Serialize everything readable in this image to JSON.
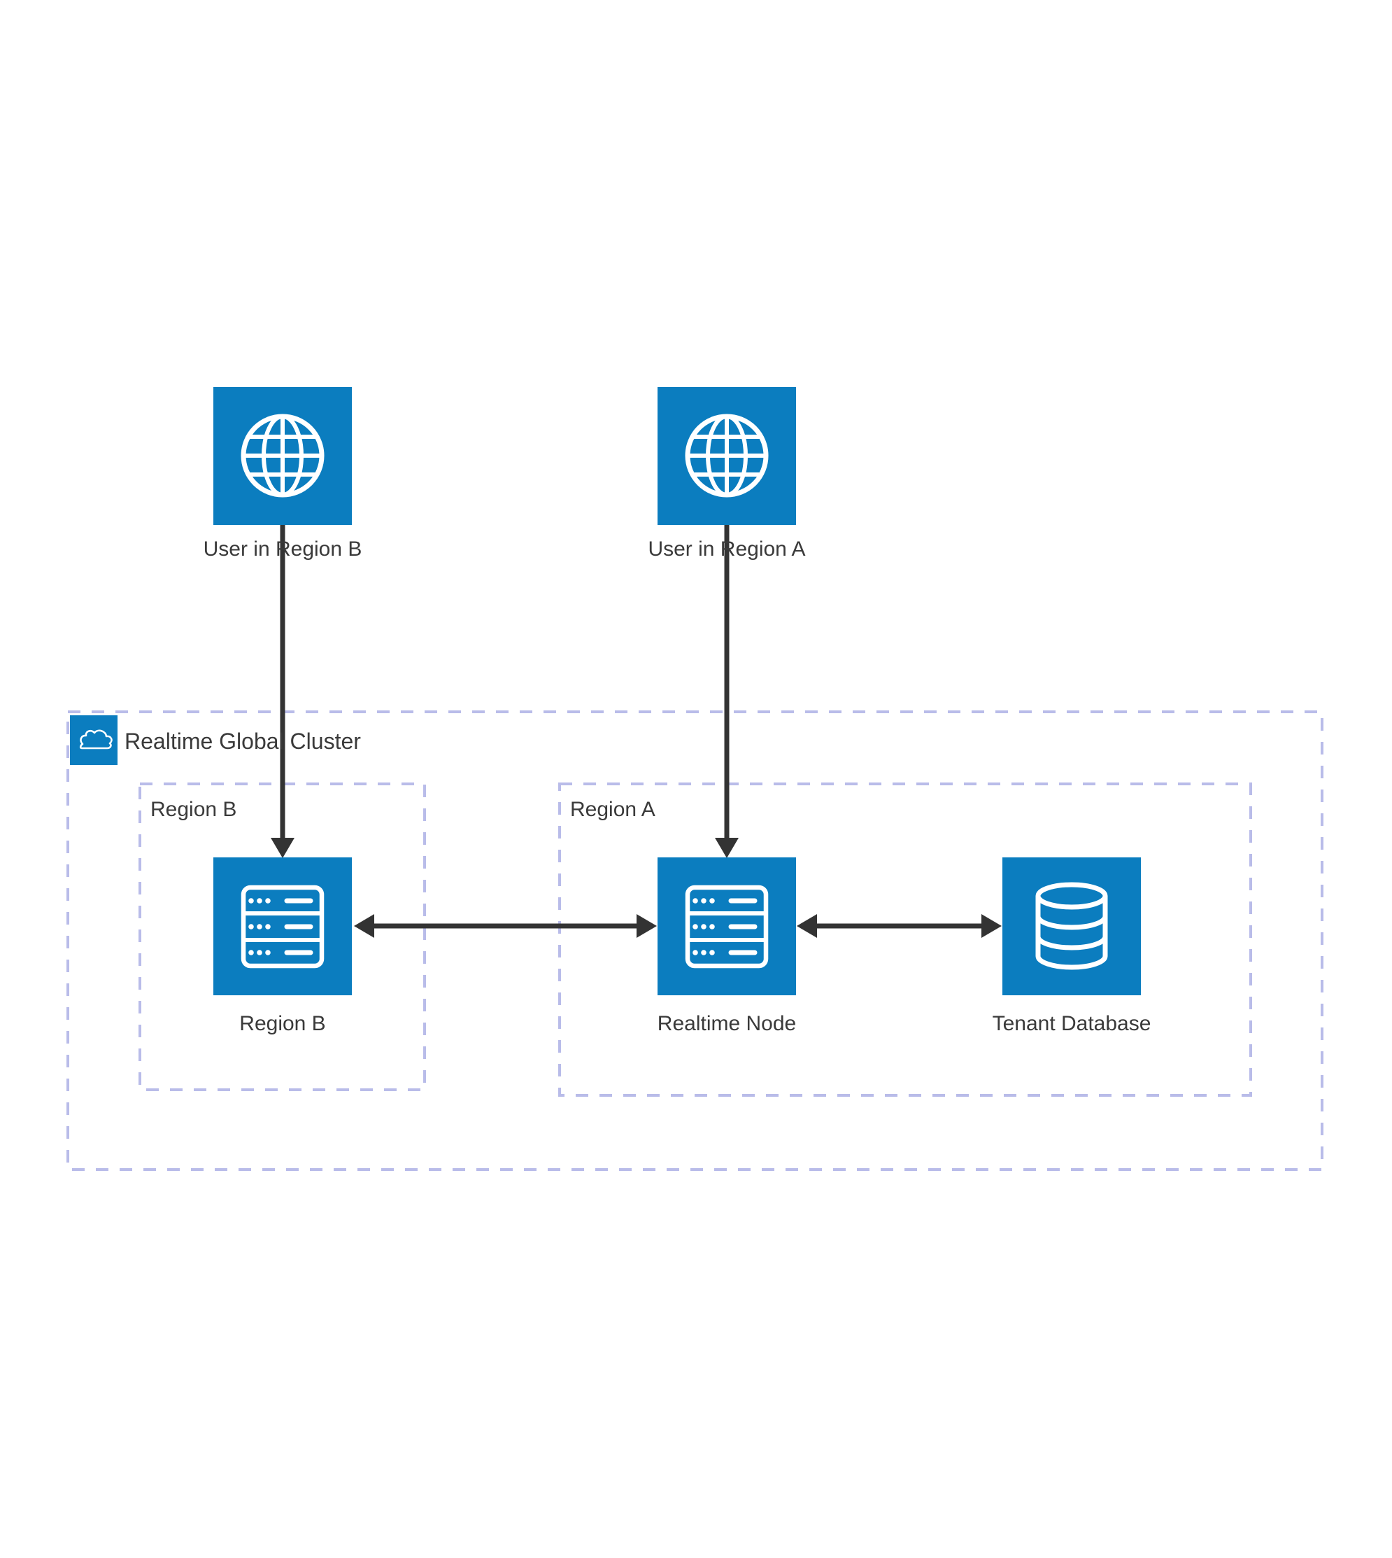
{
  "diagram": {
    "cluster": {
      "title": "Realtime Global Cluster",
      "icon": "cloud-icon"
    },
    "regions": [
      {
        "id": "region-b",
        "label": "Region B"
      },
      {
        "id": "region-a",
        "label": "Region A"
      }
    ],
    "nodes": [
      {
        "id": "user-region-b",
        "label": "User in Region B",
        "icon": "globe-icon"
      },
      {
        "id": "user-region-a",
        "label": "User in Region A",
        "icon": "globe-icon"
      },
      {
        "id": "region-b-server",
        "label": "Region B",
        "icon": "server-icon"
      },
      {
        "id": "realtime-node",
        "label": "Realtime Node",
        "icon": "server-icon"
      },
      {
        "id": "tenant-database",
        "label": "Tenant Database",
        "icon": "database-icon"
      }
    ],
    "edges": [
      {
        "from": "user-region-b",
        "to": "region-b-server",
        "type": "arrow-down"
      },
      {
        "from": "user-region-a",
        "to": "realtime-node",
        "type": "arrow-down"
      },
      {
        "from": "region-b-server",
        "to": "realtime-node",
        "type": "bidirectional"
      },
      {
        "from": "realtime-node",
        "to": "tenant-database",
        "type": "bidirectional"
      }
    ],
    "colors": {
      "node_fill": "#0b7dbf",
      "icon_stroke": "#ffffff",
      "boundary_dash": "#b9bce9",
      "arrow": "#333333",
      "text": "#3a3a3a",
      "background": "#ffffff"
    }
  }
}
